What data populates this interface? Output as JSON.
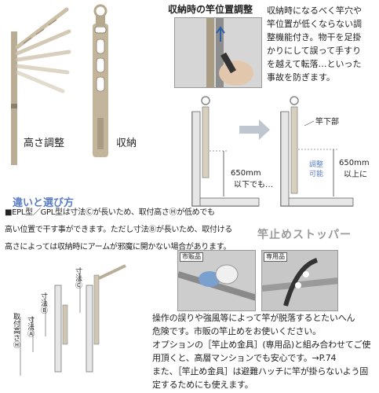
{
  "top_left": {
    "height_adjust_label": "高さ調整",
    "storage_label": "収納"
  },
  "pole_adjust": {
    "title": "収納時の竿位置調整",
    "body": [
      "収納時になるべく竿穴や",
      "竿位置が低くならない調",
      "整機能付き。物干を足掛",
      "かりにして誤って手すり",
      "を越えて転落…といった",
      "事故を防ぎます。"
    ]
  },
  "dimension_figure": {
    "left_value": "650mm",
    "left_note": "以下でも…",
    "lower_part_label": "竿下部",
    "adjustable_label": [
      "調整",
      "可能"
    ],
    "right_value": "650mm",
    "right_note": "以上に"
  },
  "differences": {
    "title": "違いと選び方",
    "lines": [
      "■EPL型／GPL型は寸法Ⓒが長いため、取付高さⒽが低めでも",
      "高い位置で干す事ができます。ただし寸法Ⓑが長いため、取付ける",
      "高さによっては収納時にアームが邪魔に開かない場合があります。"
    ],
    "dim_labels": {
      "mount_height": "取付高さⒽ",
      "dim_a": "寸法Ⓐ",
      "dim_b": "寸法Ⓑ",
      "dim_c": "寸法Ⓒ"
    }
  },
  "stopper": {
    "title": "竿止めストッパー",
    "photo1_label": "市販品",
    "photo2_label": "専用品",
    "body": [
      "操作の誤りや強風等によって竿が脱落するとたいへん",
      "危険です。市販の竿止めをお使いください。",
      "オプションの［竿止め金具］(専用品)と組み合わせてご使",
      "用頂くと、高層マンションでも安心です。→P.74",
      "また、［竿止め金具］は避難ハッチに竿が掛らないよう固",
      "定するためにも使えます。"
    ]
  }
}
